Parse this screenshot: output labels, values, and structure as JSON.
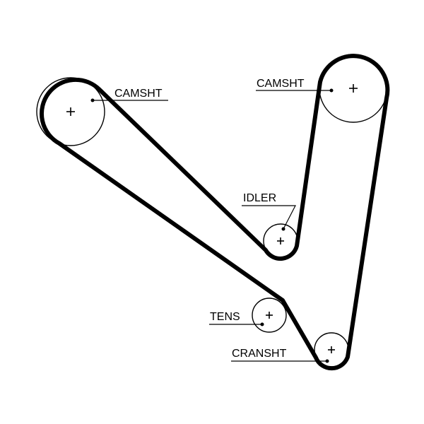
{
  "labels": {
    "camshaft_left": "CAMSHT",
    "camshaft_right": "CAMSHT",
    "idler": "IDLER",
    "tensioner": "TENS",
    "crankshaft": "CRANSHT"
  },
  "colors": {
    "line": "#000000",
    "background": "#ffffff"
  }
}
